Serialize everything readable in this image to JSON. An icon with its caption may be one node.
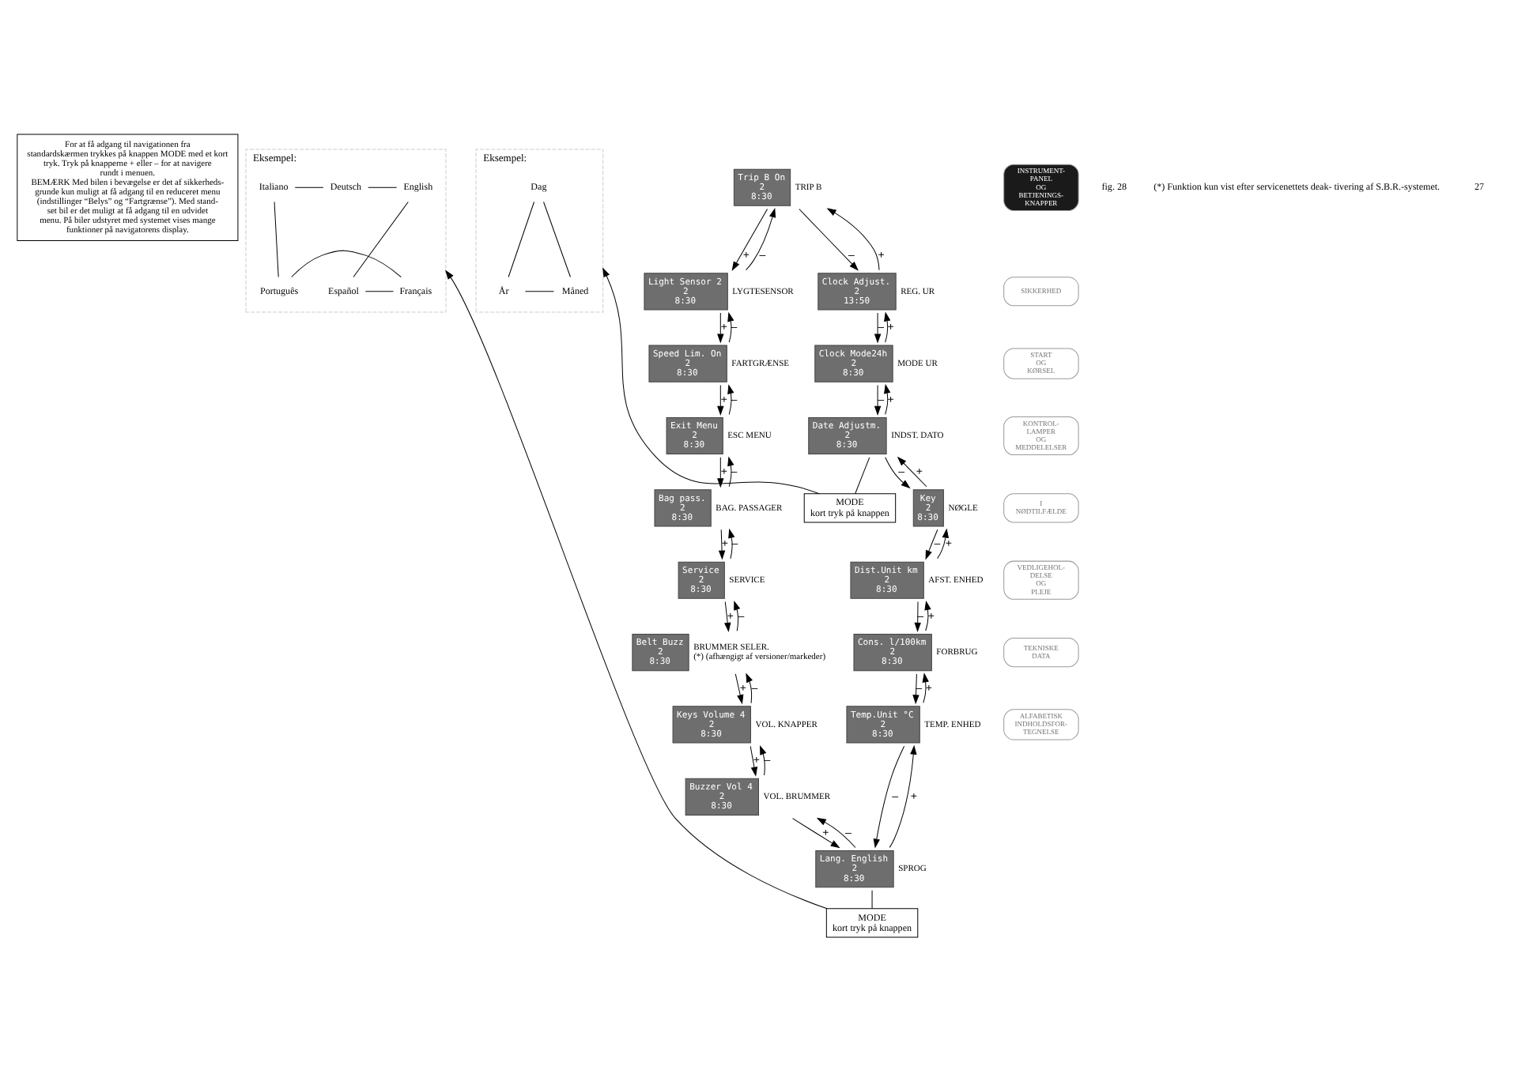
{
  "diagram": {
    "nodes": [
      {
        "text": [
          "For at få adgang til navigationen fra standardskærmen trykkes på knappen MODE med et kort tryk. Tryk på knapperne + eller – for at navigere rundt i menuen.",
          "BEMÆRK Med bilen i bevægelse er det af sikkerheds- grunde kun muligt at få adgang til en reduceret menu (indstillinger “Belys” og “Fartgrænse”). Med stand- set bil er det muligt at få adgang til en udvidet menu. På biler udstyret med systemet vises mange funktioner på navigatorens display."
        ]
      },
      {
        "text": [
          "Eksempel:"
        ]
      },
      {
        "text": [
          "Deutsch"
        ],
        "in": 1
      },
      {
        "text": [
          "English"
        ],
        "in": 1
      },
      {
        "text": [
          "Español"
        ],
        "in": 1
      },
      {
        "text": [
          "Français"
        ],
        "in": 1
      },
      {
        "text": [
          "Português"
        ],
        "in": 1
      },
      {
        "text": [
          "Italiano"
        ],
        "in": 1
      },
      {
        "text": [
          "Eksempel:"
        ]
      },
      {
        "text": [
          "Dag"
        ],
        "in": 8
      },
      {
        "text": [
          "Måned"
        ],
        "in": 8
      },
      {
        "text": [
          "År"
        ],
        "in": 8
      },
      {
        "text": [
          "MODE",
          "kort tryk på knappen"
        ]
      },
      {
        "text": [
          "MODE",
          "kort tryk på knappen"
        ]
      },
      {
        "text": [
          "Light Sensor 2",
          "2",
          "8:30"
        ],
        "beside": [
          "LYGTESENSOR"
        ]
      },
      {
        "text": [
          "Trip B On",
          "2",
          "8:30"
        ],
        "beside": [
          "TRIP B"
        ]
      },
      {
        "text": [
          "Clock Adjust.",
          "2",
          "13:50"
        ],
        "beside": [
          "REG. UR"
        ]
      },
      {
        "text": [
          "Clock Mode24h",
          "2",
          "8:30"
        ],
        "beside": [
          "MODE UR"
        ]
      },
      {
        "text": [
          "Date Adjustm.",
          "2",
          "8:30"
        ],
        "beside": [
          "INDST. DATO"
        ]
      },
      {
        "text": [
          "Key",
          "2",
          "8:30"
        ],
        "beside": [
          "NØGLE"
        ]
      },
      {
        "text": [
          "Dist.Unit km",
          "2",
          "8:30"
        ],
        "beside": [
          "AFST. ENHED"
        ]
      },
      {
        "text": [
          "Cons. l/100km",
          "2",
          "8:30"
        ],
        "beside": [
          "FORBRUG"
        ]
      },
      {
        "text": [
          "Temp.Unit °C",
          "2",
          "8:30"
        ],
        "beside": [
          "TEMP. ENHED"
        ]
      },
      {
        "text": [
          "Lang. English",
          "2",
          "8:30"
        ],
        "beside": [
          "SPROG"
        ]
      },
      {
        "text": [
          "Buzzer Vol 4",
          "2",
          "8:30"
        ],
        "beside": [
          "VOL. BRUMMER"
        ]
      },
      {
        "text": [
          "Keys Volume 4",
          "2",
          "8:30"
        ],
        "beside": [
          "VOL. KNAPPER"
        ]
      },
      {
        "text": [
          "Belt Buzz",
          "2",
          "8:30"
        ],
        "beside": [
          "BRUMMER SELER.",
          "(*) (afhængigt af versioner/markeder)"
        ]
      },
      {
        "text": [
          "Service",
          "2",
          "8:30"
        ],
        "beside": [
          "SERVICE"
        ]
      },
      {
        "text": [
          "Bag pass.",
          "2",
          "8:30"
        ],
        "beside": [
          "BAG. PASSAGER"
        ]
      },
      {
        "text": [
          "Exit Menu",
          "2",
          "8:30"
        ],
        "beside": [
          "ESC MENU"
        ]
      },
      {
        "text": [
          "Speed Lim. On",
          "2",
          "8:30"
        ],
        "beside": [
          "FARTGRÆNSE"
        ]
      },
      {
        "text": [
          "INSTRUMENT- PANEL OG BETJENINGS- KNAPPER"
        ]
      },
      {
        "text": [
          "SIKKERHED"
        ]
      },
      {
        "text": [
          "START OG KØRSEL"
        ]
      },
      {
        "text": [
          "KONTROL- LAMPER OG MEDDELELSER"
        ]
      },
      {
        "text": [
          "I NØDTILFÆLDE"
        ]
      },
      {
        "text": [
          "VEDLIGEHOL- DELSE OG PLEJE"
        ]
      },
      {
        "text": [
          "TEKNISKE DATA"
        ]
      },
      {
        "text": [
          "ALFABETISK INDHOLDSFOR- TEGNELSE"
        ]
      }
    ],
    "edges": [
      {
        "from": 2,
        "to": 3,
        "arrow": "none"
      },
      {
        "from": 3,
        "to": 4,
        "arrow": "none"
      },
      {
        "from": 4,
        "to": 5,
        "arrow": "none"
      },
      {
        "from": 5,
        "to": 6,
        "arrow": "none"
      },
      {
        "from": 6,
        "to": 7,
        "arrow": "none"
      },
      {
        "from": 7,
        "to": 2,
        "arrow": "none"
      },
      {
        "from": 9,
        "to": 10,
        "arrow": "none"
      },
      {
        "from": 10,
        "to": 11,
        "arrow": "none"
      },
      {
        "from": 11,
        "to": 9,
        "arrow": "none"
      },
      {
        "from": 15,
        "to": 14,
        "arrow": "to",
        "label": "+"
      },
      {
        "from": 14,
        "to": 15,
        "arrow": "to",
        "label": "–"
      },
      {
        "from": 16,
        "to": 15,
        "arrow": "to",
        "label": "+"
      },
      {
        "from": 15,
        "to": 16,
        "arrow": "to",
        "label": "–"
      },
      {
        "from": 17,
        "to": 16,
        "arrow": "to",
        "label": "+"
      },
      {
        "from": 16,
        "to": 17,
        "arrow": "to",
        "label": "–"
      },
      {
        "from": 18,
        "to": 17,
        "arrow": "to",
        "label": "+"
      },
      {
        "from": 17,
        "to": 18,
        "arrow": "to",
        "label": "–"
      },
      {
        "from": 19,
        "to": 18,
        "arrow": "to",
        "label": "+"
      },
      {
        "from": 18,
        "to": 19,
        "arrow": "to",
        "label": "–"
      },
      {
        "from": 20,
        "to": 19,
        "arrow": "to",
        "label": "+"
      },
      {
        "from": 19,
        "to": 20,
        "arrow": "to",
        "label": "–"
      },
      {
        "from": 21,
        "to": 20,
        "arrow": "to",
        "label": "+"
      },
      {
        "from": 20,
        "to": 21,
        "arrow": "to",
        "label": "–"
      },
      {
        "from": 22,
        "to": 21,
        "arrow": "to",
        "label": "+"
      },
      {
        "from": 21,
        "to": 22,
        "arrow": "to",
        "label": "–"
      },
      {
        "from": 23,
        "to": 22,
        "arrow": "to",
        "label": "+"
      },
      {
        "from": 22,
        "to": 23,
        "arrow": "to",
        "label": "–"
      },
      {
        "from": 24,
        "to": 23,
        "arrow": "to",
        "label": "+"
      },
      {
        "from": 23,
        "to": 24,
        "arrow": "to",
        "label": "–"
      },
      {
        "from": 25,
        "to": 24,
        "arrow": "to",
        "label": "+"
      },
      {
        "from": 24,
        "to": 25,
        "arrow": "to",
        "label": "–"
      },
      {
        "from": 26,
        "to": 25,
        "arrow": "to",
        "label": "+"
      },
      {
        "from": 25,
        "to": 26,
        "arrow": "to",
        "label": "–"
      },
      {
        "from": 27,
        "to": 26,
        "arrow": "to",
        "label": "+"
      },
      {
        "from": 26,
        "to": 27,
        "arrow": "to",
        "label": "–"
      },
      {
        "from": 28,
        "to": 27,
        "arrow": "to",
        "label": "+"
      },
      {
        "from": 27,
        "to": 28,
        "arrow": "to",
        "label": "–"
      },
      {
        "from": 29,
        "to": 28,
        "arrow": "to",
        "label": "+"
      },
      {
        "from": 28,
        "to": 29,
        "arrow": "to",
        "label": "–"
      },
      {
        "from": 30,
        "to": 29,
        "arrow": "to",
        "label": "+"
      },
      {
        "from": 29,
        "to": 30,
        "arrow": "to",
        "label": "–"
      },
      {
        "from": 14,
        "to": 30,
        "arrow": "to",
        "label": "+"
      },
      {
        "from": 30,
        "to": 14,
        "arrow": "to",
        "label": "–"
      },
      {
        "from": 23,
        "to": 12,
        "arrow": "none"
      },
      {
        "from": 12,
        "to": 1,
        "arrow": "to"
      },
      {
        "from": 18,
        "to": 13,
        "arrow": "none"
      },
      {
        "from": 13,
        "to": 8,
        "arrow": "to"
      }
    ],
    "labels": [
      "fig. 28",
      "(*) Funktion kun vist efter servicenettets deak- tivering af S.B.R.-systemet.",
      "27"
    ]
  }
}
